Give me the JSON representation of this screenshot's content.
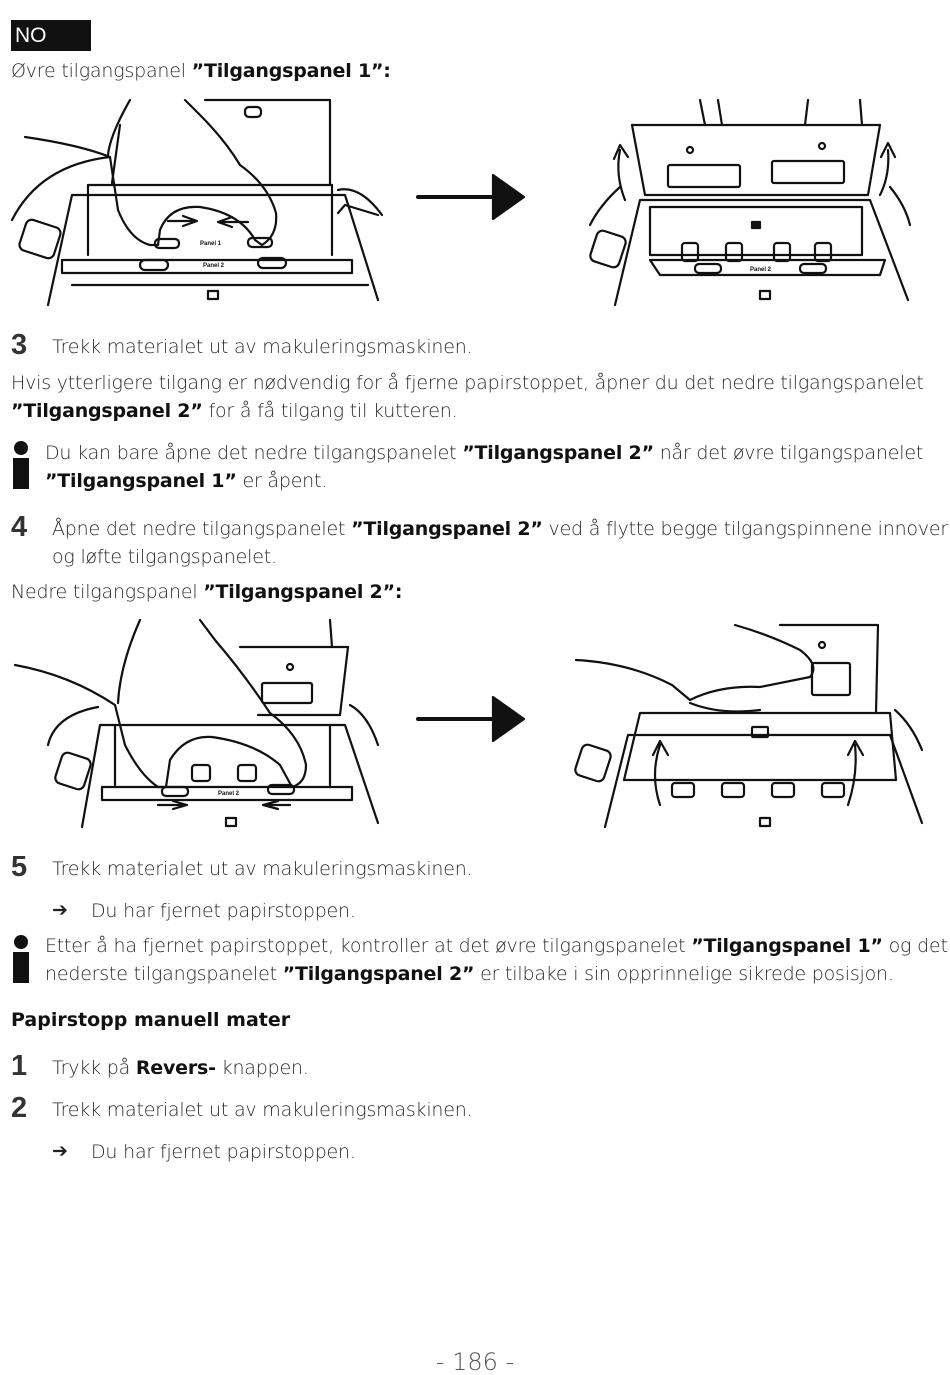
{
  "lang_tag": "NO",
  "upper_caption": {
    "prefix": "Øvre tilgangspanel ",
    "bold": "”Tilgangspanel 1”:"
  },
  "step3": {
    "num": "3",
    "text": "Trekk materialet ut av makuleringsmaskinen."
  },
  "para1": {
    "line1": "Hvis ytterligere tilgang er nødvendig for å fjerne papirstoppet, åpner du det nedre tilgangspanelet",
    "line2_bold": "”Tilgangspanel 2”",
    "line2_rest": " for å få tilgang til kutteren."
  },
  "note1": {
    "line1_a": "Du kan bare åpne det nedre tilgangspanelet ",
    "line1_bold": "”Tilgangspanel 2”",
    "line1_b": " når det øvre tilgangspanelet",
    "line2_bold": "”Tilgangspanel 1”",
    "line2_rest": " er åpent."
  },
  "step4": {
    "num": "4",
    "line1_a": "Åpne det nedre tilgangspanelet ",
    "line1_bold": "”Tilgangspanel 2”",
    "line1_b": " ved å flytte begge tilgangspinnene innover",
    "line2": "og løfte tilgangspanelet."
  },
  "lower_caption": {
    "prefix": "Nedre tilgangspanel ",
    "bold": "”Tilgangspanel 2”:"
  },
  "step5": {
    "num": "5",
    "text": "Trekk materialet ut av makuleringsmaskinen."
  },
  "result1": {
    "arrow": "➔",
    "text": "Du har fjernet papirstoppen."
  },
  "note2": {
    "line1_a": "Etter å ha fjernet papirstoppet, kontroller at det øvre tilgangspanelet ",
    "line1_bold": "”Tilgangspanel 1”",
    "line1_b": " og det",
    "line2_a": "nederste tilgangspanelet ",
    "line2_bold": "”Tilgangspanel 2”",
    "line2_b": " er tilbake i sin opprinnelige sikrede posisjon."
  },
  "section_heading": "Papirstopp manuell mater",
  "step1": {
    "num": "1",
    "text_a": "Trykk på ",
    "bold": "Revers-",
    "text_b": " knappen."
  },
  "step2": {
    "num": "2",
    "text": "Trekk materialet ut av makuleringsmaskinen."
  },
  "result2": {
    "arrow": "➔",
    "text": "Du har fjernet papirstoppen."
  },
  "figures": {
    "panel1_label": "Panel 1",
    "panel2_label": "Panel 2"
  },
  "page_number": "- 186 -"
}
